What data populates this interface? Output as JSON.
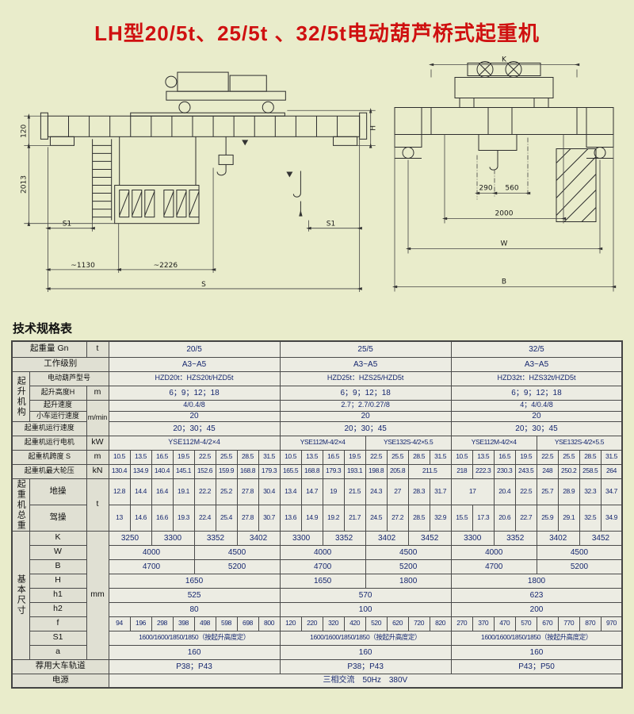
{
  "page": {
    "title": "LH型20/5t、25/5t 、32/5t电动葫芦桥式起重机",
    "section_title": "技术规格表",
    "background": "#e9eccb",
    "accent": "#cf1010"
  },
  "drawings": {
    "left": {
      "dims": {
        "d120": "120",
        "d2013": "2013",
        "s1_left": "S1",
        "s1_right": "S1",
        "d1130": "~1130",
        "d2226": "~2226",
        "s": "S",
        "h": "H"
      }
    },
    "right": {
      "dims": {
        "k": "K",
        "d290": "290",
        "d560": "560",
        "d2000": "2000",
        "w": "W",
        "b": "B"
      }
    }
  },
  "spec_table": {
    "rows": [
      {
        "h": 20,
        "cells": [
          {
            "t": "起重量 Gn",
            "c": 2,
            "k": "lbl"
          },
          {
            "t": "t",
            "k": "lbl"
          },
          {
            "t": "20/5",
            "c": 8
          },
          {
            "t": "25/5",
            "c": 8
          },
          {
            "t": "32/5",
            "c": 8
          }
        ]
      },
      {
        "cells": [
          {
            "t": "工作级别",
            "c": 3,
            "k": "lbl"
          },
          {
            "t": "A3~A5",
            "c": 8
          },
          {
            "t": "A3~A5",
            "c": 8
          },
          {
            "t": "A3~A5",
            "c": 8
          }
        ]
      },
      {
        "cells": [
          {
            "t": "起升机构",
            "r": 4,
            "k": "lbl vert"
          },
          {
            "t": "电动葫芦型号",
            "c": 2,
            "k": "lbl sm2"
          },
          {
            "t": "HZD20t：HZS20t/HZD5t",
            "c": 8,
            "k": "sm2"
          },
          {
            "t": "HZD25t：HZS25/HZD5t",
            "c": 8,
            "k": "sm2"
          },
          {
            "t": "HZD32t：HZS32t/HZD5t",
            "c": 8,
            "k": "sm2"
          }
        ]
      },
      {
        "cells": [
          {
            "t": "起升高度H",
            "k": "lbl sm2"
          },
          {
            "t": "m",
            "k": "lbl"
          },
          {
            "t": "6；9；12；18",
            "c": 8
          },
          {
            "t": "6；9；12；18",
            "c": 8
          },
          {
            "t": "6；9；12；18",
            "c": 8
          }
        ]
      },
      {
        "h": 14,
        "cells": [
          {
            "t": "起升速度",
            "k": "lbl sm2"
          },
          {
            "t": "m/min",
            "r": 3,
            "k": "lbl sm2"
          },
          {
            "t": "4/0.4/8",
            "c": 8,
            "k": "sm2"
          },
          {
            "t": "2.7；2.7/0.27/8",
            "c": 8,
            "k": "sm2"
          },
          {
            "t": "4；4/0.4/8",
            "c": 8,
            "k": "sm2"
          }
        ]
      },
      {
        "h": 13,
        "cells": [
          {
            "t": "小车运行速度",
            "k": "lbl sm2"
          },
          {
            "t": "20",
            "c": 8
          },
          {
            "t": "20",
            "c": 8
          },
          {
            "t": "20",
            "c": 8
          }
        ]
      },
      {
        "cells": [
          {
            "t": "起重机运行速度",
            "c": 2,
            "k": "lbl sm2"
          },
          {
            "t": "20；30；45",
            "c": 8
          },
          {
            "t": "20；30；45",
            "c": 8
          },
          {
            "t": "20；30；45",
            "c": 8
          }
        ]
      },
      {
        "cells": [
          {
            "t": "起重机运行电机",
            "c": 2,
            "k": "lbl sm2"
          },
          {
            "t": "kW",
            "k": "lbl"
          },
          {
            "t": "YSE112M-4/2×4",
            "c": 8,
            "k": "sm2"
          },
          {
            "t": "YSE112M-4/2×4",
            "c": 4,
            "k": "sm"
          },
          {
            "t": "YSE132S-4/2×5.5",
            "c": 4,
            "k": "sm"
          },
          {
            "t": "YSE112M-4/2×4",
            "c": 4,
            "k": "sm"
          },
          {
            "t": "YSE132S-4/2×5.5",
            "c": 4,
            "k": "sm"
          }
        ]
      },
      {
        "k": "sm",
        "cells": [
          {
            "t": "起重机跨度 S",
            "c": 2,
            "k": "lbl sm2"
          },
          {
            "t": "m",
            "k": "lbl"
          },
          "10.5",
          "13.5",
          "16.5",
          "19.5",
          "22.5",
          "25.5",
          "28.5",
          "31.5",
          "10.5",
          "13.5",
          "16.5",
          "19.5",
          "22.5",
          "25.5",
          "28.5",
          "31.5",
          "10.5",
          "13.5",
          "16.5",
          "19.5",
          "22.5",
          "25.5",
          "28.5",
          "31.5"
        ]
      },
      {
        "k": "sm",
        "cells": [
          {
            "t": "起重机最大轮压",
            "c": 2,
            "k": "lbl sm2"
          },
          {
            "t": "kN",
            "k": "lbl"
          },
          "130.4",
          "134.9",
          "140.4",
          "145.1",
          "152.6",
          "159.9",
          "168.8",
          "179.3",
          "165.5",
          "168.8",
          "179.3",
          "193.1",
          "198.8",
          "205.8",
          {
            "t": "211.5",
            "c": 2,
            "k": "sm"
          },
          "218",
          "222.3",
          "230.3",
          "243.5",
          "248",
          "250.2",
          "258.5",
          "264"
        ]
      },
      {
        "k": "sm",
        "cells": [
          {
            "t": "起重机总重",
            "r": 2,
            "k": "lbl vert"
          },
          {
            "t": "地操",
            "k": "lbl"
          },
          {
            "t": "t",
            "r": 2,
            "k": "lbl"
          },
          "12.8",
          "14.4",
          "16.4",
          "19.1",
          "22.2",
          "25.2",
          "27.8",
          "30.4",
          "13.4",
          "14.7",
          "19",
          "21.5",
          "24.3",
          "27",
          "28.3",
          "31.7",
          {
            "t": "17",
            "c": 2,
            "k": "sm"
          },
          "20.4",
          "22.5",
          "25.7",
          "28.9",
          "32.3",
          "34.7"
        ]
      },
      {
        "k": "sm",
        "cells": [
          {
            "t": "驾操",
            "k": "lbl"
          },
          "13",
          "14.6",
          "16.6",
          "19.3",
          "22.4",
          "25.4",
          "27.8",
          "30.7",
          "13.6",
          "14.9",
          "19.2",
          "21.7",
          "24.5",
          "27.2",
          "28.5",
          "32.9",
          "15.5",
          "17.3",
          "20.6",
          "22.7",
          "25.9",
          "29.1",
          "32.5",
          "34.9"
        ]
      },
      {
        "cells": [
          {
            "t": "基本尺寸",
            "r": 9,
            "k": "lbl vert"
          },
          {
            "t": "K",
            "k": "lbl"
          },
          {
            "t": "mm",
            "r": 9,
            "k": "lbl"
          },
          {
            "t": "3250",
            "c": 2
          },
          {
            "t": "3300",
            "c": 2
          },
          {
            "t": "3352",
            "c": 2
          },
          {
            "t": "3402",
            "c": 2
          },
          {
            "t": "3300",
            "c": 2
          },
          {
            "t": "3352",
            "c": 2
          },
          {
            "t": "3402",
            "c": 2
          },
          {
            "t": "3452",
            "c": 2
          },
          {
            "t": "3300",
            "c": 2
          },
          {
            "t": "3352",
            "c": 2
          },
          {
            "t": "3402",
            "c": 2
          },
          {
            "t": "3452",
            "c": 2
          }
        ]
      },
      {
        "cells": [
          {
            "t": "W",
            "k": "lbl"
          },
          {
            "t": "4000",
            "c": 4
          },
          {
            "t": "4500",
            "c": 4
          },
          {
            "t": "4000",
            "c": 4
          },
          {
            "t": "4500",
            "c": 4
          },
          {
            "t": "4000",
            "c": 4
          },
          {
            "t": "4500",
            "c": 4
          }
        ]
      },
      {
        "cells": [
          {
            "t": "B",
            "k": "lbl"
          },
          {
            "t": "4700",
            "c": 4
          },
          {
            "t": "5200",
            "c": 4
          },
          {
            "t": "4700",
            "c": 4
          },
          {
            "t": "5200",
            "c": 4
          },
          {
            "t": "4700",
            "c": 4
          },
          {
            "t": "5200",
            "c": 4
          }
        ]
      },
      {
        "cells": [
          {
            "t": "H",
            "k": "lbl"
          },
          {
            "t": "1650",
            "c": 8
          },
          {
            "t": "1650",
            "c": 4
          },
          {
            "t": "1800",
            "c": 4
          },
          {
            "t": "1800",
            "c": 8
          }
        ]
      },
      {
        "cells": [
          {
            "t": "h1",
            "k": "lbl"
          },
          {
            "t": "525",
            "c": 8
          },
          {
            "t": "570",
            "c": 8
          },
          {
            "t": "623",
            "c": 8
          }
        ]
      },
      {
        "cells": [
          {
            "t": "h2",
            "k": "lbl"
          },
          {
            "t": "80",
            "c": 8
          },
          {
            "t": "100",
            "c": 8
          },
          {
            "t": "200",
            "c": 8
          }
        ]
      },
      {
        "k": "sm",
        "cells": [
          {
            "t": "f",
            "k": "lbl"
          },
          "94",
          "196",
          "298",
          "398",
          "498",
          "598",
          "698",
          "800",
          "120",
          "220",
          "320",
          "420",
          "520",
          "620",
          "720",
          "820",
          "270",
          "370",
          "470",
          "570",
          "670",
          "770",
          "870",
          "970"
        ]
      },
      {
        "cells": [
          {
            "t": "S1",
            "k": "lbl"
          },
          {
            "t": "1600/1600/1850/1850（按起升高度定）",
            "c": 8,
            "k": "sm"
          },
          {
            "t": "1600/1600/1850/1850（按起升高度定）",
            "c": 8,
            "k": "sm"
          },
          {
            "t": "1600/1600/1850/1850（按起升高度定）",
            "c": 8,
            "k": "sm"
          }
        ]
      },
      {
        "cells": [
          {
            "t": "a",
            "k": "lbl"
          },
          {
            "t": "160",
            "c": 8
          },
          {
            "t": "160",
            "c": 8
          },
          {
            "t": "160",
            "c": 8
          }
        ]
      },
      {
        "cells": [
          {
            "t": "荐用大车轨道",
            "c": 3,
            "k": "lbl"
          },
          {
            "t": "P38；P43",
            "c": 8
          },
          {
            "t": "P38；P43",
            "c": 8
          },
          {
            "t": "P43；P50",
            "c": 8
          }
        ]
      },
      {
        "cells": [
          {
            "t": "电源",
            "c": 3,
            "k": "lbl"
          },
          {
            "t": "三相交流　50Hz　380V",
            "c": 24
          }
        ]
      }
    ]
  }
}
